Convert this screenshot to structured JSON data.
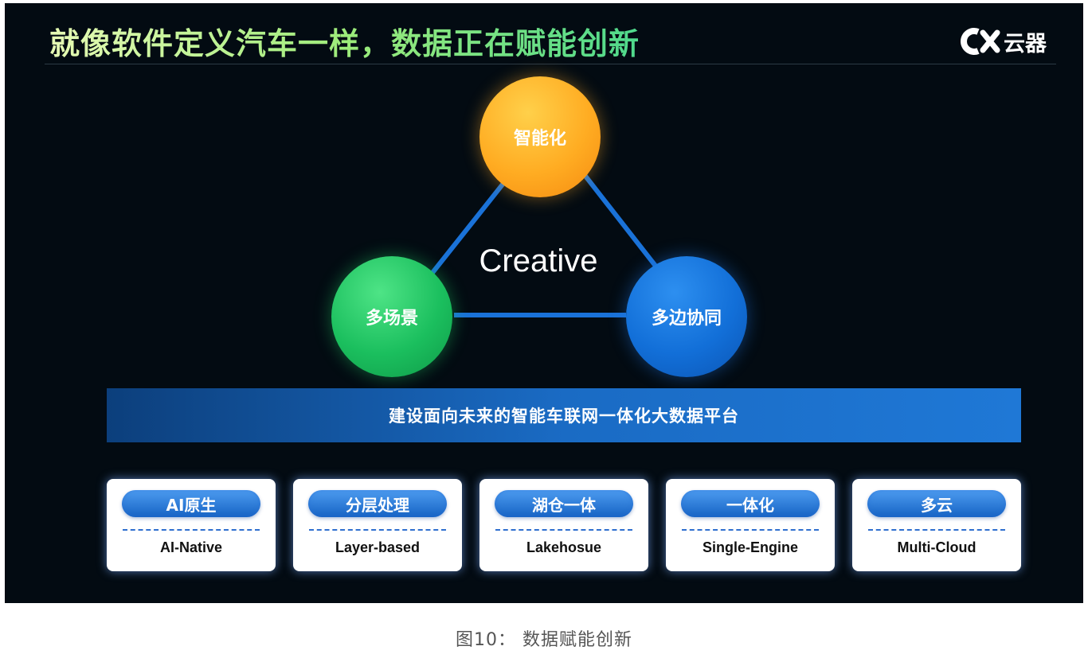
{
  "slide": {
    "title": "就像软件定义汽车一样，数据正在赋能创新",
    "logo_text": "云器"
  },
  "diagram": {
    "center_label": "Creative",
    "nodes": {
      "top": "智能化",
      "left": "多场景",
      "right": "多边协同"
    },
    "banner": "建设面向未来的智能车联网一体化大数据平台",
    "cards": [
      {
        "cn": "AI原生",
        "en": "AI-Native"
      },
      {
        "cn": "分层处理",
        "en": "Layer-based"
      },
      {
        "cn": "湖仓一体",
        "en": "Lakehosue"
      },
      {
        "cn": "一体化",
        "en": "Single-Engine"
      },
      {
        "cn": "多云",
        "en": "Multi-Cloud"
      }
    ]
  },
  "caption": "图10：  数据赋能创新",
  "colors": {
    "background": "#030b12",
    "title_green": "#9deb7a",
    "node_orange": "#ffac22",
    "node_green": "#1bbf5e",
    "node_blue": "#126fd8",
    "banner_blue": "#1a6bc4",
    "pill_blue": "#1663c4"
  }
}
